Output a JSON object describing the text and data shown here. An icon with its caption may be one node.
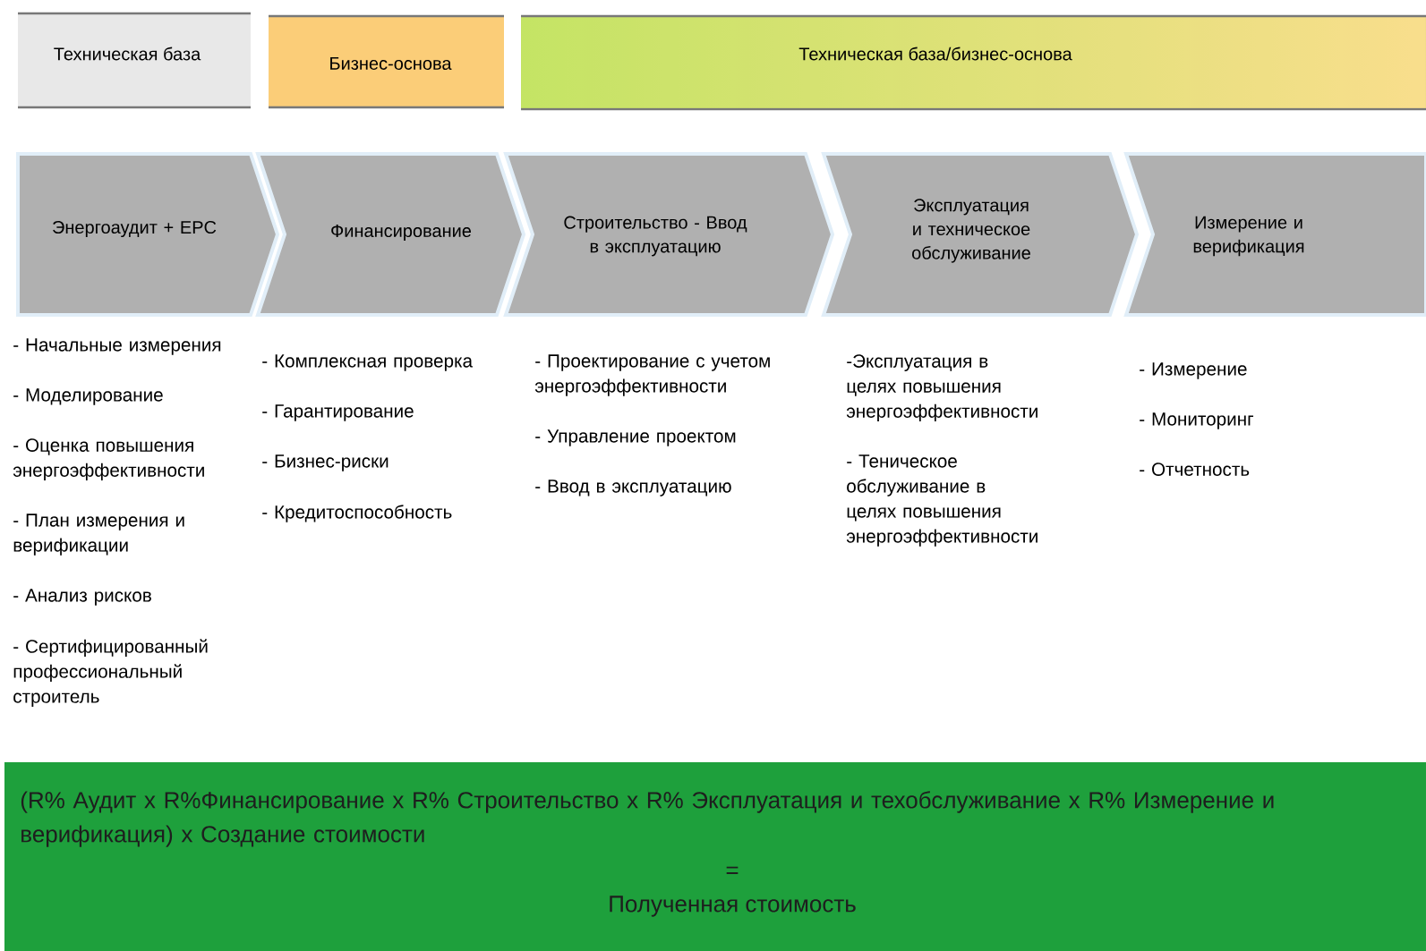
{
  "diagram": {
    "nodes": [
      {
        "text": [
          "Техническая база"
        ]
      },
      {
        "text": [
          "Бизнес-основа"
        ]
      },
      {
        "text": [
          "Техническая база/бизнес-основа"
        ]
      },
      {
        "text": [
          "Энергоаудит + EPC"
        ],
        "beside": [
          "- Начальные измерения",
          "- Моделирование",
          "- Оценка повышения энергоэффективности",
          "- План измерения и верификации",
          "- Анализ рисков",
          "- Сертифицированный профессиональный строитель"
        ]
      },
      {
        "text": [
          "Финансирование"
        ],
        "beside": [
          "- Комплексная проверка",
          "- Гарантирование",
          "- Бизнес-риски",
          "- Кредитоспособность"
        ]
      },
      {
        "text": [
          "Строительство - Ввод в эксплуатацию"
        ],
        "beside": [
          "- Проектирование с учетом энергоэффективности",
          "- Управление проектом",
          "- Ввод в эксплуатацию"
        ]
      },
      {
        "text": [
          "Эксплуатация и техническое обслуживание"
        ],
        "beside": [
          "-Эксплуатация в целях повышения энергоэффективности",
          "- Теническое обслуживание в целях повышения энергоэффективности"
        ]
      },
      {
        "text": [
          "Измерение и верификация"
        ],
        "beside": [
          "- Измерение",
          "- Мониторинг",
          "- Отчетность"
        ]
      },
      {
        "text": [
          "(R% Аудит x R%Финансирование x R% Строительство x R% Эксплуатация и техобслуживание x R% Измерение и верификация) x Создание стоимости",
          "=",
          "Полученная стоимость"
        ]
      }
    ]
  }
}
